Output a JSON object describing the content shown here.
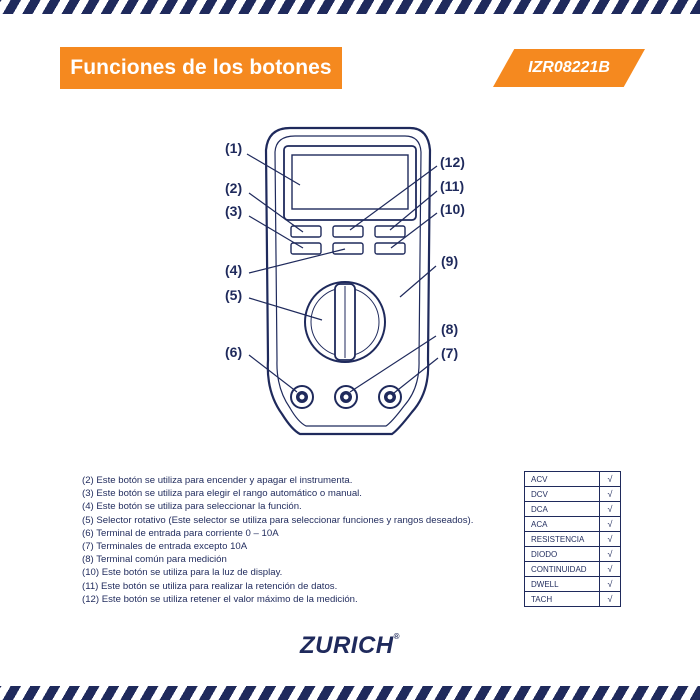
{
  "header": {
    "title": "Funciones de los botones",
    "model": "IZR08221B"
  },
  "diagram": {
    "callouts": [
      "(1)",
      "(2)",
      "(3)",
      "(4)",
      "(5)",
      "(6)",
      "(7)",
      "(8)",
      "(9)",
      "(10)",
      "(11)",
      "(12)"
    ]
  },
  "descriptions": [
    "(2) Este botón se utiliza para encender y apagar el instrumenta.",
    "(3) Este botón se utiliza para elegir el rango automático o manual.",
    "(4) Este botón se utiliza para seleccionar la función.",
    "(5) Selector rotativo (Este selector se utiliza para seleccionar funciones y rangos deseados).",
    "(6) Terminal de entrada para corriente 0 – 10A",
    "(7) Terminales de entrada excepto 10A",
    "(8) Terminal común para medición",
    "(10) Este botón se utiliza para la luz de display.",
    "(11) Este botón se utiliza para realizar la retención de datos.",
    "(12) Este botón se utiliza retener el valor máximo de la medición."
  ],
  "functions_table": [
    {
      "name": "ACV",
      "mark": "√"
    },
    {
      "name": "DCV",
      "mark": "√"
    },
    {
      "name": "DCA",
      "mark": "√"
    },
    {
      "name": "ACA",
      "mark": "√"
    },
    {
      "name": "RESISTENCIA",
      "mark": "√"
    },
    {
      "name": "DIODO",
      "mark": "√"
    },
    {
      "name": "CONTINUIDAD",
      "mark": "√"
    },
    {
      "name": "DWELL",
      "mark": "√"
    },
    {
      "name": "TACH",
      "mark": "√"
    }
  ],
  "footer": {
    "brand": "ZURICH",
    "brand_mark": "®"
  },
  "colors": {
    "accent": "#f5891f",
    "navy": "#1f2a5c"
  }
}
